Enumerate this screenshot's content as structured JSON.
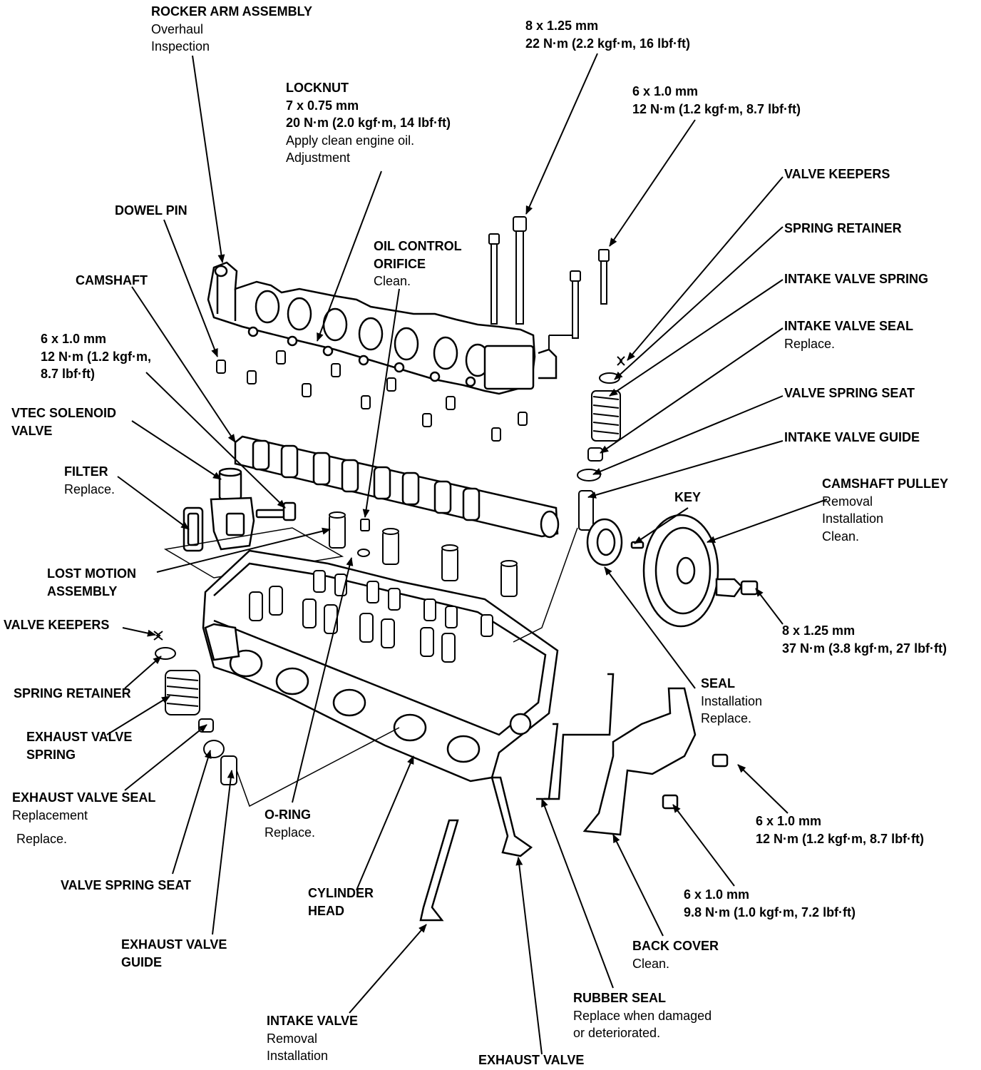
{
  "labels": {
    "rocker_arm": {
      "title": [
        "ROCKER ARM ASSEMBLY"
      ],
      "notes": [
        "Overhaul",
        "Inspection"
      ]
    },
    "bolt_top_8": {
      "title": [
        "8 x 1.25 mm",
        "22 N·m (2.2 kgf·m, 16 lbf·ft)"
      ],
      "notes": []
    },
    "locknut": {
      "title": [
        "LOCKNUT",
        "7 x 0.75 mm",
        "20 N·m (2.0 kgf·m, 14 lbf·ft)"
      ],
      "notes": [
        "Apply clean engine oil.",
        "Adjustment"
      ]
    },
    "bolt_top_6": {
      "title": [
        "6 x 1.0 mm",
        "12 N·m (1.2 kgf·m, 8.7 lbf·ft)"
      ],
      "notes": []
    },
    "valve_keepers_r": {
      "title": [
        "VALVE KEEPERS"
      ],
      "notes": []
    },
    "dowel_pin": {
      "title": [
        "DOWEL PIN"
      ],
      "notes": []
    },
    "oil_control_orifice": {
      "title": [
        "OIL CONTROL",
        "ORIFICE"
      ],
      "notes": [
        "Clean."
      ]
    },
    "spring_retainer_r": {
      "title": [
        "SPRING RETAINER"
      ],
      "notes": []
    },
    "camshaft": {
      "title": [
        "CAMSHAFT"
      ],
      "notes": []
    },
    "intake_valve_spring": {
      "title": [
        "INTAKE VALVE SPRING"
      ],
      "notes": []
    },
    "bolt_left_6": {
      "title": [
        "6 x 1.0 mm",
        "12 N·m (1.2 kgf·m,",
        "8.7 lbf·ft)"
      ],
      "notes": []
    },
    "intake_valve_seal": {
      "title": [
        "INTAKE VALVE SEAL"
      ],
      "notes": [
        "Replace."
      ]
    },
    "valve_spring_seat_r": {
      "title": [
        "VALVE SPRING SEAT"
      ],
      "notes": []
    },
    "vtec_solenoid": {
      "title": [
        "VTEC SOLENOID",
        "VALVE"
      ],
      "notes": []
    },
    "intake_valve_guide": {
      "title": [
        "INTAKE VALVE GUIDE"
      ],
      "notes": []
    },
    "filter": {
      "title": [
        "FILTER"
      ],
      "notes": [
        "Replace."
      ]
    },
    "camshaft_pulley": {
      "title": [
        "CAMSHAFT PULLEY"
      ],
      "notes": [
        "Removal",
        "Installation",
        "Clean."
      ]
    },
    "key": {
      "title": [
        "KEY"
      ],
      "notes": []
    },
    "lost_motion": {
      "title": [
        "LOST MOTION",
        "ASSEMBLY"
      ],
      "notes": []
    },
    "valve_keepers_l": {
      "title": [
        "VALVE KEEPERS"
      ],
      "notes": []
    },
    "bolt_pulley_8": {
      "title": [
        "8 x 1.25 mm",
        "37 N·m (3.8 kgf·m, 27 lbf·ft)"
      ],
      "notes": []
    },
    "spring_retainer_l": {
      "title": [
        "SPRING RETAINER"
      ],
      "notes": []
    },
    "seal": {
      "title": [
        "SEAL"
      ],
      "notes": [
        "Installation",
        "Replace."
      ]
    },
    "exhaust_valve_spring": {
      "title": [
        "EXHAUST VALVE",
        "SPRING"
      ],
      "notes": []
    },
    "exhaust_valve_seal": {
      "title": [
        "EXHAUST VALVE SEAL"
      ],
      "notes": [
        "Replacement"
      ]
    },
    "exhaust_valve_seal_replace": {
      "title": [],
      "notes": [
        "Replace."
      ]
    },
    "o_ring": {
      "title": [
        "O-RING"
      ],
      "notes": [
        "Replace."
      ]
    },
    "bolt_cover_12": {
      "title": [
        "6 x 1.0 mm",
        "12 N·m (1.2 kgf·m, 8.7 lbf·ft)"
      ],
      "notes": []
    },
    "valve_spring_seat_l": {
      "title": [
        "VALVE SPRING SEAT"
      ],
      "notes": []
    },
    "cylinder_head": {
      "title": [
        "CYLINDER",
        "HEAD"
      ],
      "notes": []
    },
    "bolt_cover_98": {
      "title": [
        "6 x 1.0 mm",
        "9.8 N·m (1.0 kgf·m, 7.2 lbf·ft)"
      ],
      "notes": []
    },
    "exhaust_valve_guide": {
      "title": [
        "EXHAUST VALVE",
        "GUIDE"
      ],
      "notes": []
    },
    "back_cover": {
      "title": [
        "BACK COVER"
      ],
      "notes": [
        "Clean."
      ]
    },
    "rubber_seal": {
      "title": [
        "RUBBER SEAL"
      ],
      "notes": [
        "Replace when damaged",
        "or deteriorated."
      ]
    },
    "intake_valve": {
      "title": [
        "INTAKE VALVE"
      ],
      "notes": [
        "Removal",
        "Installation"
      ]
    },
    "exhaust_valve": {
      "title": [
        "EXHAUST VALVE"
      ],
      "notes": []
    }
  }
}
